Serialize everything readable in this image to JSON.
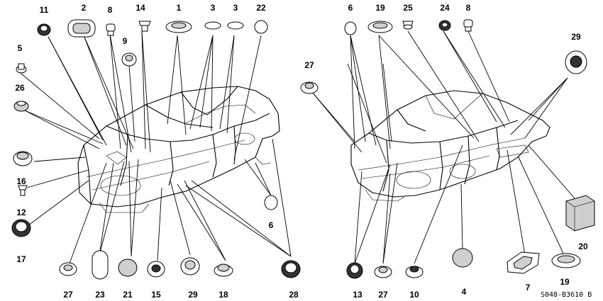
{
  "diagram": {
    "code": "S048-B3610 B",
    "callouts": [
      {
        "id": "c-11",
        "label": "11"
      },
      {
        "id": "c-2",
        "label": "2"
      },
      {
        "id": "c-8a",
        "label": "8"
      },
      {
        "id": "c-14",
        "label": "14"
      },
      {
        "id": "c-1",
        "label": "1"
      },
      {
        "id": "c-3a",
        "label": "3"
      },
      {
        "id": "c-3b",
        "label": "3"
      },
      {
        "id": "c-22",
        "label": "22"
      },
      {
        "id": "c-9",
        "label": "9"
      },
      {
        "id": "c-5",
        "label": "5"
      },
      {
        "id": "c-26",
        "label": "26"
      },
      {
        "id": "c-16",
        "label": "16"
      },
      {
        "id": "c-12",
        "label": "12"
      },
      {
        "id": "c-17",
        "label": "17"
      },
      {
        "id": "c-27a",
        "label": "27"
      },
      {
        "id": "c-23",
        "label": "23"
      },
      {
        "id": "c-21",
        "label": "21"
      },
      {
        "id": "c-15",
        "label": "15"
      },
      {
        "id": "c-29a",
        "label": "29"
      },
      {
        "id": "c-18",
        "label": "18"
      },
      {
        "id": "c-28",
        "label": "28"
      },
      {
        "id": "c-6a",
        "label": "6"
      },
      {
        "id": "c-6b",
        "label": "6"
      },
      {
        "id": "c-19a",
        "label": "19"
      },
      {
        "id": "c-25",
        "label": "25"
      },
      {
        "id": "c-24",
        "label": "24"
      },
      {
        "id": "c-8b",
        "label": "8"
      },
      {
        "id": "c-27b",
        "label": "27"
      },
      {
        "id": "c-29b",
        "label": "29"
      },
      {
        "id": "c-13",
        "label": "13"
      },
      {
        "id": "c-27c",
        "label": "27"
      },
      {
        "id": "c-10",
        "label": "10"
      },
      {
        "id": "c-4",
        "label": "4"
      },
      {
        "id": "c-7",
        "label": "7"
      },
      {
        "id": "c-19b",
        "label": "19"
      },
      {
        "id": "c-20",
        "label": "20"
      }
    ]
  }
}
